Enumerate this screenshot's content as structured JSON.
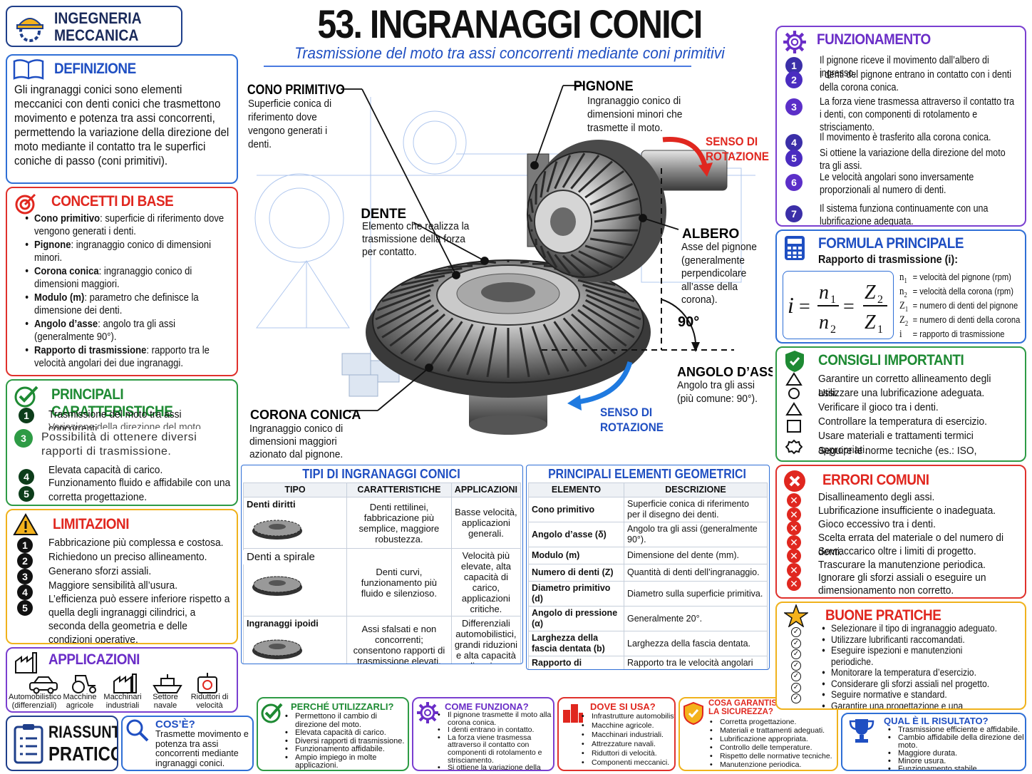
{
  "brand": {
    "line1": "INGEGNERIA",
    "line2": "MECCANICA"
  },
  "title": "53. INGRANAGGI CONICI",
  "subtitle": "Trasmissione del moto tra assi concorrenti mediante coni primitivi",
  "definizione": {
    "title": "DEFINIZIONE",
    "text": "Gli ingranaggi conici sono elementi meccanici con denti conici che trasmettono movimento e potenza tra assi concorrenti, permettendo la variazione della direzione del moto mediante il contatto tra le superfici coniche di passo (coni primitivi)."
  },
  "concetti": {
    "title": "CONCETTI DI BASE",
    "items": [
      {
        "b": "Cono primitivo",
        "t": ": superficie di riferimento dove vengono generati i denti."
      },
      {
        "b": "Pignone",
        "t": ": ingranaggio conico di dimensioni minori."
      },
      {
        "b": "Corona conica",
        "t": ": ingranaggio conico di dimensioni maggiori."
      },
      {
        "b": "Modulo (m)",
        "t": ": parametro che definisce la dimensione dei denti."
      },
      {
        "b": "Angolo d’asse",
        "t": ": angolo tra gli assi (generalmente 90°)."
      },
      {
        "b": "Rapporto di trasmissione",
        "t": ": rapporto tra le velocità angolari dei due ingranaggi."
      }
    ]
  },
  "caratteristiche": {
    "title": "PRINCIPALI CARATTERISTICHE",
    "items": [
      "Trasmissione del moto tra assi concorrenti.",
      "Variazione della direzione del moto",
      "Possibilità di ottenere diversi rapporti di trasmissione.",
      "Elevata capacità di carico.",
      "Funzionamento fluido e affidabile con una corretta progettazione."
    ]
  },
  "limitazioni": {
    "title": "LIMITAZIONI",
    "items": [
      "Fabbricazione più complessa e costosa.",
      "Richiedono un preciso allineamento.",
      "Generano sforzi assiali.",
      "Maggiore sensibilità all’usura.",
      "L’efficienza può essere inferiore rispetto a quella degli ingranaggi cilindrici, a seconda della geometria e delle condizioni operative."
    ]
  },
  "applicazioni": {
    "title": "APPLICAZIONI",
    "items": [
      "Automobilistico (differenziali)",
      "Macchine agricole",
      "Macchinari industriali",
      "Settore navale",
      "Riduttori di velocità"
    ]
  },
  "riassunto": {
    "l1": "RIASSUNTO",
    "l2": "PRATICO"
  },
  "cose": {
    "title": "COS’È?",
    "text": "Trasmette movimento e potenza tra assi concorrenti mediante ingranaggi conici."
  },
  "perche": {
    "title": "PERCHÉ UTILIZZARLI?",
    "items": [
      "Permettono il cambio di direzione del moto.",
      "Elevata capacità di carico.",
      "Diversi rapporti di trasmissione.",
      "Funzionamento affidabile.",
      "Ampio impiego in molte applicazioni."
    ]
  },
  "come": {
    "title": "COME FUNZIONA?",
    "items": [
      "Il pignone trasmette il moto alla corona conica.",
      "I denti entrano in contatto.",
      "La forza viene trasmessa attraverso il contatto con componenti di rotolamento e strisciamento.",
      "Si ottiene la variazione della direzione del moto."
    ]
  },
  "dove": {
    "title": "DOVE SI USA?",
    "items": [
      "Infrastrutture automobilistiche.",
      "Macchine agricole.",
      "Macchinari industriali.",
      "Attrezzature navali.",
      "Riduttori di velocità.",
      "Componenti meccanici."
    ]
  },
  "sicurezza": {
    "title1": "COSA GARANTISCE",
    "title2": "LA SICUREZZA?",
    "items": [
      "Corretta progettazione.",
      "Materiali e trattamenti adeguati.",
      "Lubrificazione appropriata.",
      "Controllo delle temperature.",
      "Rispetto delle normative tecniche.",
      "Manutenzione periodica."
    ]
  },
  "risultato": {
    "title": "QUAL È IL RISULTATO?",
    "items": [
      "Trasmissione efficiente e affidabile.",
      "Cambio affidabile della direzione del moto.",
      "Maggiore durata.",
      "Minore usura.",
      "Funzionamento stabile."
    ]
  },
  "funzionamento": {
    "title": "FUNZIONAMENTO",
    "items": [
      "Il pignone riceve il movimento dall’albero di ingresso.",
      "I denti del pignone entrano in contatto con i denti della corona conica.",
      "La forza viene trasmessa attraverso il contatto tra i denti, con componenti di rotolamento e strisciamento.",
      "Il movimento è trasferito alla corona conica.",
      "Si ottiene la variazione della direzione del moto tra gli assi.",
      "Le velocità angolari sono inversamente proporzionali al numero di denti.",
      "Il sistema funziona continuamente con una lubrificazione adeguata."
    ],
    "colors": [
      "#3b2fa8",
      "#4a2cc0",
      "#5b2fc8",
      "#3b2fa8",
      "#4a2cc0",
      "#5b2fc8",
      "#3b2fa8"
    ]
  },
  "formula": {
    "title": "FORMULA PRINCIPALE",
    "subtitle": "Rapporto di trasmissione (i):",
    "legend": [
      {
        "s": "n",
        "sub": "1",
        "t": "= velocità del pignone (rpm)"
      },
      {
        "s": "n",
        "sub": "2",
        "t": "= velocità della corona (rpm)"
      },
      {
        "s": "Z",
        "sub": "1",
        "t": "= numero di denti del pignone"
      },
      {
        "s": "Z",
        "sub": "2",
        "t": "= numero di denti della corona"
      },
      {
        "s": "i",
        "sub": "",
        "t": "= rapporto di trasmissione"
      }
    ]
  },
  "consigli": {
    "title": "CONSIGLI IMPORTANTI",
    "items": [
      "Garantire un corretto allineamento degli assi.",
      "Utilizzare una lubrificazione adeguata.",
      "Verificare il gioco tra i denti.",
      "Controllare la temperatura di esercizio.",
      "Usare materiali e trattamenti termici appropriati.",
      "Seguire le norme tecniche (es.: ISO, AGMA)."
    ]
  },
  "errori": {
    "title": "ERRORI COMUNI",
    "items": [
      "Disallineamento degli assi.",
      "Lubrificazione insufficiente o inadeguata.",
      "Gioco eccessivo tra i denti.",
      "Scelta errata del materiale o del numero di denti.",
      "Sovraccarico oltre i limiti di progetto.",
      "Trascurare la manutenzione periodica.",
      "Ignorare gli sforzi assiali o eseguire un dimensionamento non corretto."
    ]
  },
  "buone": {
    "title": "BUONE PRATICHE",
    "items": [
      "Selezionare il tipo di ingranaggio adeguato.",
      "Utilizzare lubrificanti raccomandati.",
      "Eseguire ispezioni e manutenzioni periodiche.",
      "Monitorare la temperatura d’esercizio.",
      "Considerare gli sforzi assiali nel progetto.",
      "Seguire normative e standard.",
      "Garantire una progettazione e una realizzazione accurate."
    ]
  },
  "tipi": {
    "title": "TIPI DI INGRANAGGI CONICI",
    "headers": [
      "TIPO",
      "CARATTERISTICHE",
      "APPLICAZIONI"
    ],
    "rows": [
      {
        "tipo": "Denti diritti",
        "car": "Denti rettilinei, fabbricazione più semplice, maggiore robustezza.",
        "app": "Basse velocità, applicazioni generali."
      },
      {
        "tipo": "Denti a spirale",
        "car": "Denti curvi, funzionamento più fluido e silenzioso.",
        "app": "Velocità più elevate, alta capacità di carico, applicazioni critiche."
      },
      {
        "tipo": "Ingranaggi ipoidi",
        "car": "Assi sfalsati e non concorrenti; consentono rapporti di trasmissione elevati.",
        "app": "Differenziali automobilistici, grandi riduzioni e alta capacità di carico."
      }
    ]
  },
  "elementi": {
    "title": "PRINCIPALI ELEMENTI GEOMETRICI",
    "headers": [
      "ELEMENTO",
      "DESCRIZIONE"
    ],
    "rows": [
      {
        "e": "Cono primitivo",
        "d": "Superficie conica di riferimento per il disegno dei denti."
      },
      {
        "e": "Angolo d’asse (δ)",
        "d": "Angolo tra gli assi (generalmente 90°)."
      },
      {
        "e": "Modulo (m)",
        "d": "Dimensione del dente (mm)."
      },
      {
        "e": "Numero di denti (Z)",
        "d": "Quantità di denti dell’ingranaggio."
      },
      {
        "e": "Diametro primitivo (d)",
        "d": "Diametro sulla superficie primitiva."
      },
      {
        "e": "Angolo di pressione (α)",
        "d": "Generalmente 20°."
      },
      {
        "e": "Larghezza della fascia dentata (b)",
        "d": "Larghezza della fascia dentata."
      },
      {
        "e": "Rapporto di trasmissione (i)",
        "d": "Rapporto tra le velocità angolari dei due ingranaggi."
      }
    ]
  },
  "diagram": {
    "cono": {
      "title": "CONO PRIMITIVO",
      "text": "Superficie conica di riferimento dove vengono generati i denti."
    },
    "pignone": {
      "title": "PIGNONE",
      "text": "Ingranaggio conico di dimensioni minori che trasmette il moto."
    },
    "senso1": "SENSO DI ROTAZIONE",
    "dente": {
      "title": "DENTE",
      "text": "Elemento che realizza la trasmissione della forza per contatto."
    },
    "albero": {
      "title": "ALBERO",
      "text": "Asse del pignone (generalmente perpendicolare all’asse della corona)."
    },
    "angle": "90°",
    "angolo": {
      "title": "ANGOLO D’ASSE",
      "text": "Angolo tra gli assi (più comune: 90°)."
    },
    "senso2": "SENSO DI ROTAZIONE",
    "corona": {
      "title": "CORONA CONICA",
      "text": "Ingranaggio conico di dimensioni maggiori azionato dal pignone."
    }
  }
}
